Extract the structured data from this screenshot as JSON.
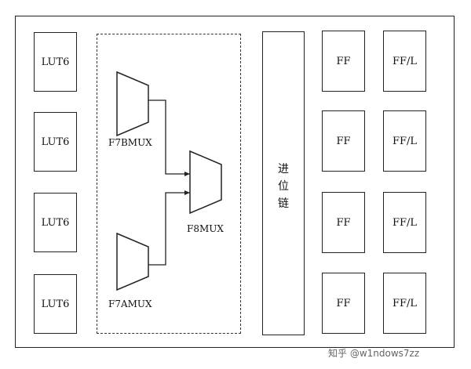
{
  "lut_blocks": [
    "LUT6",
    "LUT6",
    "LUT6",
    "LUT6"
  ],
  "mux_labels": {
    "f7bmux": "F7BMUX",
    "f7amux": "F7AMUX",
    "f8mux": "F8MUX"
  },
  "carry_chain": {
    "chars": [
      "进",
      "位",
      "链"
    ]
  },
  "ff_blocks": [
    "FF",
    "FF",
    "FF",
    "FF"
  ],
  "ffl_blocks": [
    "FF/L",
    "FF/L",
    "FF/L",
    "FF/L"
  ],
  "watermark": "知乎 @w1ndows7zz"
}
